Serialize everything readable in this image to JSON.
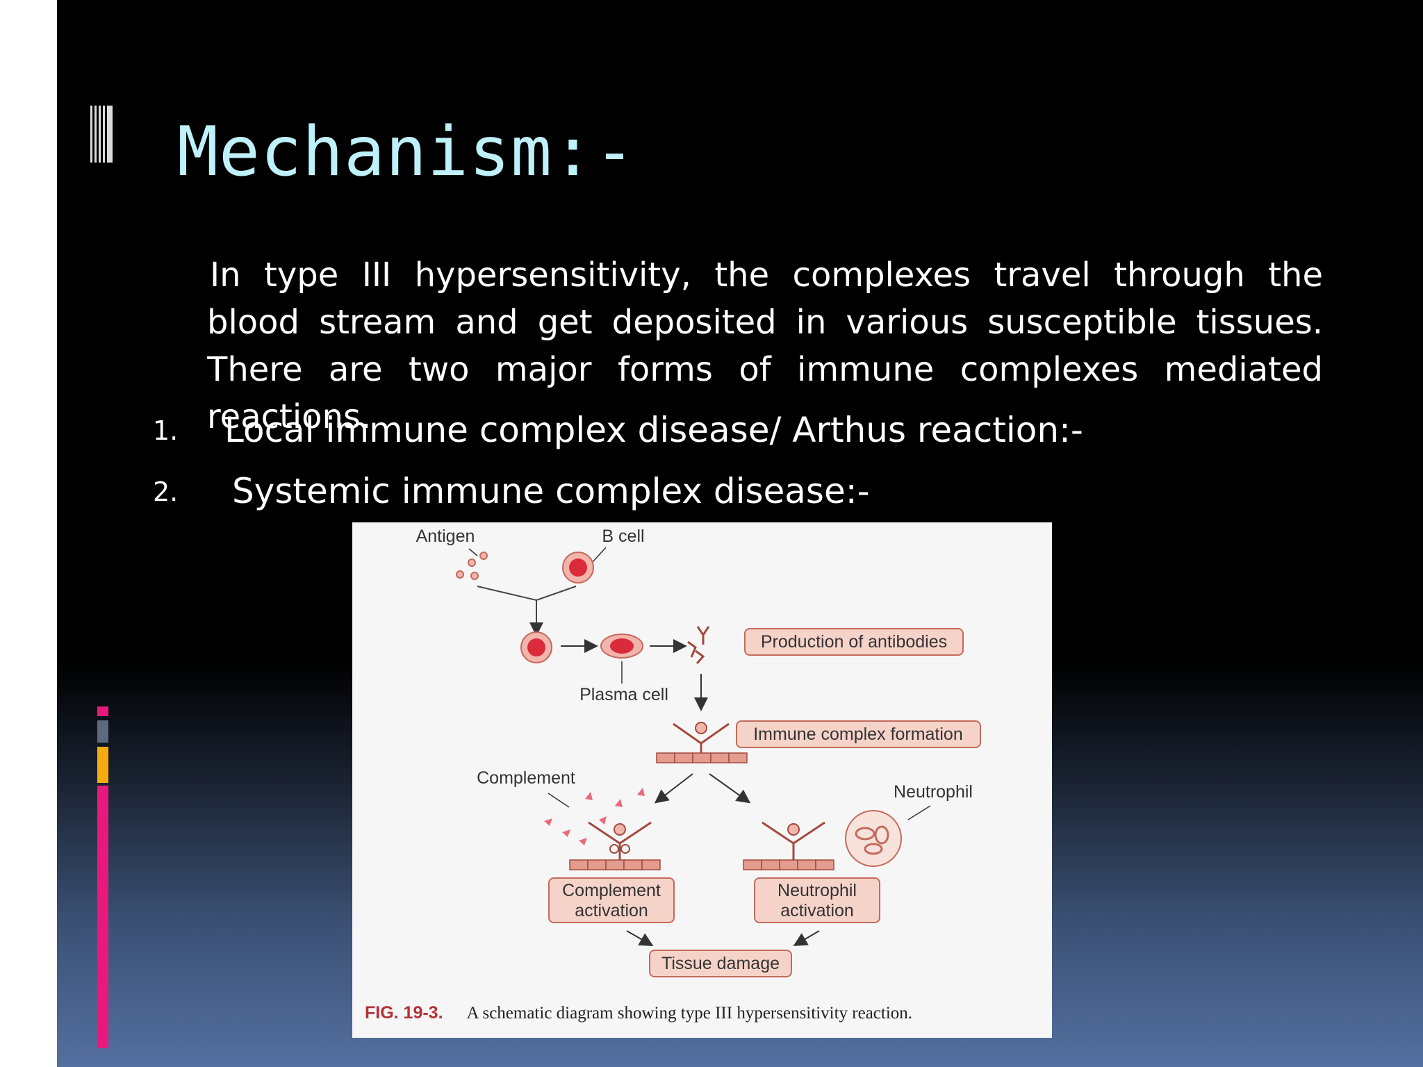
{
  "slide": {
    "title": "Mechanism:-",
    "paragraph": "In type III hypersensitivity,  the complexes  travel through the blood stream and get deposited in various susceptible tissues. There are two major forms of immune complexes mediated reactions.",
    "list": [
      {
        "number": "1.",
        "text": "Local immune complex disease/ Arthus reaction:-"
      },
      {
        "number": "2.",
        "text": "Systemic immune complex  disease:-"
      }
    ],
    "accent_colors": [
      "#e8197d",
      "#5b6a80",
      "#f5ab10"
    ]
  },
  "figure": {
    "labels": {
      "antigen": "Antigen",
      "b_cell": "B cell",
      "plasma_cell": "Plasma cell",
      "complement": "Complement",
      "neutrophil": "Neutrophil"
    },
    "boxes": {
      "production": "Production of antibodies",
      "immune_complex": "Immune complex formation",
      "complement_line1": "Complement",
      "complement_line2": "activation",
      "neutrophil_line1": "Neutrophil",
      "neutrophil_line2": "activation",
      "tissue_damage": "Tissue damage"
    },
    "caption_fig": "FIG. 19-3.",
    "caption_text": "A schematic diagram showing type III hypersensitivity reaction.",
    "colors": {
      "box_fill": "#f6d3c9",
      "box_stroke": "#c46a5c",
      "cell": "#d92b3a",
      "tissue": "#e39c8e"
    }
  }
}
